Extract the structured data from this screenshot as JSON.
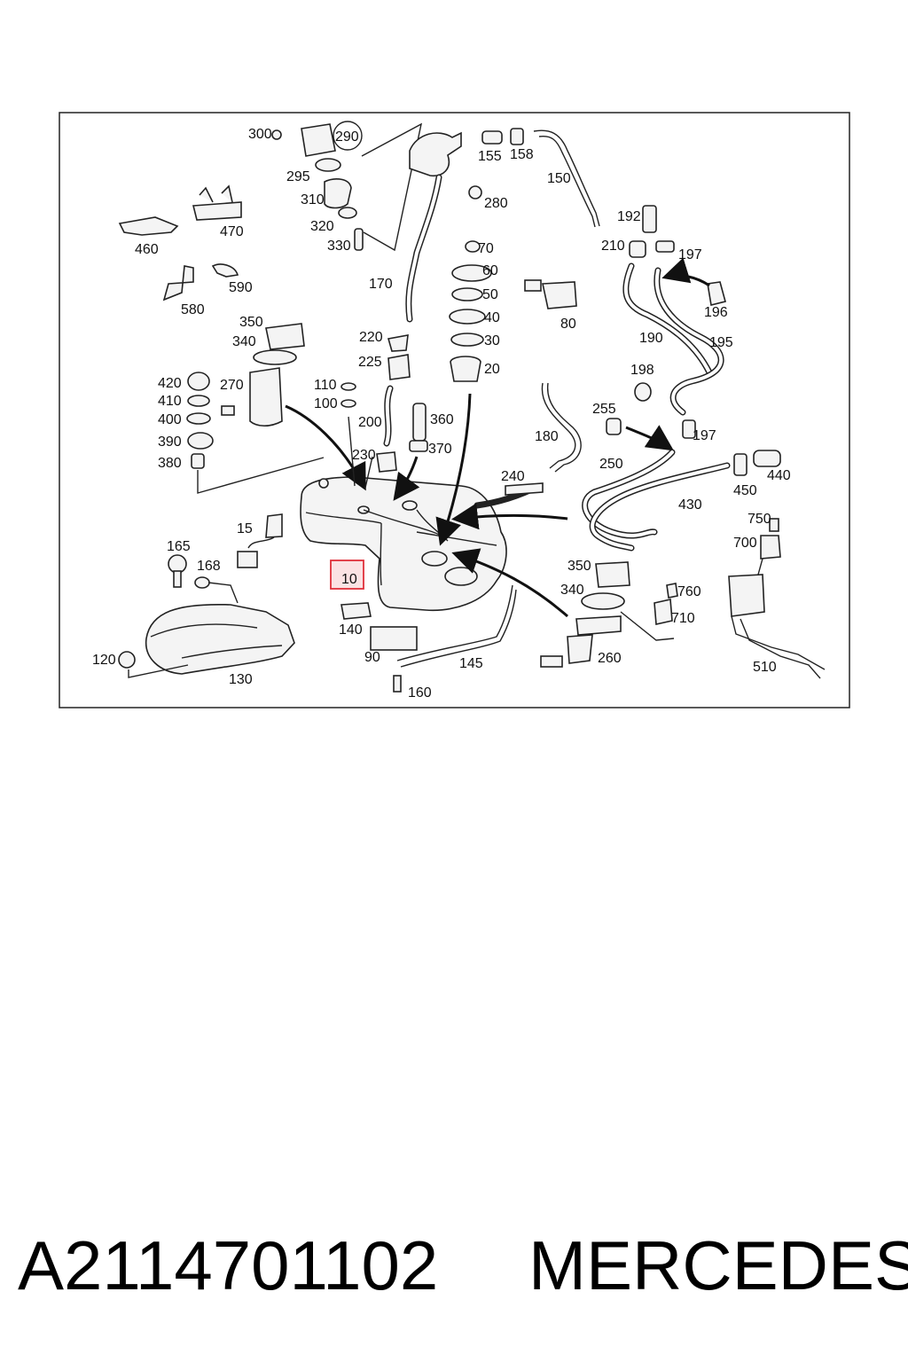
{
  "caption": {
    "part_number": "A2114701102",
    "brand": "MERCEDES"
  },
  "diagram": {
    "highlight_color": "#e0303a",
    "highlighted_callout": "10",
    "callouts": [
      "300",
      "290",
      "295",
      "310",
      "320",
      "330",
      "155",
      "158",
      "150",
      "280",
      "170",
      "460",
      "470",
      "580",
      "590",
      "70",
      "60",
      "50",
      "40",
      "30",
      "20",
      "80",
      "192",
      "210",
      "197",
      "196",
      "190",
      "195",
      "198",
      "350",
      "340",
      "270",
      "420",
      "410",
      "400",
      "390",
      "380",
      "220",
      "225",
      "110",
      "100",
      "200",
      "360",
      "370",
      "230",
      "255",
      "197",
      "180",
      "250",
      "240",
      "450",
      "440",
      "430",
      "750",
      "700",
      "15",
      "165",
      "168",
      "10",
      "140",
      "90",
      "145",
      "160",
      "120",
      "130",
      "350",
      "340",
      "760",
      "710",
      "260",
      "510"
    ]
  }
}
